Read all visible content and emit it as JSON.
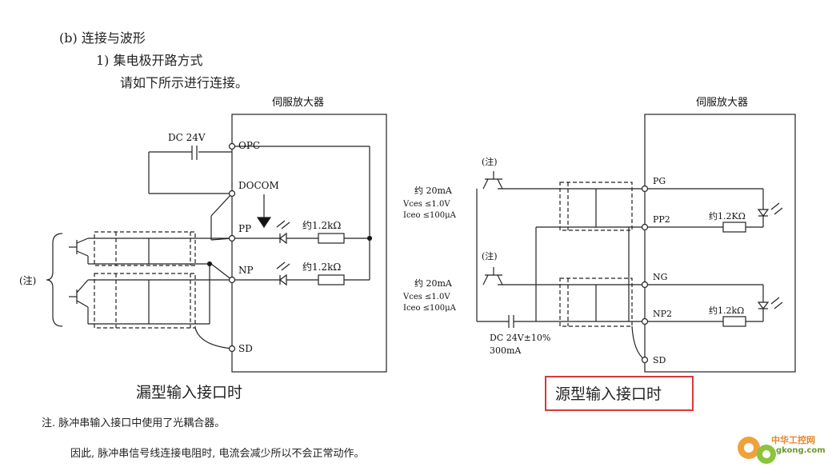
{
  "heading": {
    "section": "(b) 连接与波形",
    "subsection": "1) 集电极开路方式",
    "instruction": "请如下所示进行连接。"
  },
  "left_diagram": {
    "amp_label": "伺服放大器",
    "supply_label": "DC 24V",
    "terminals": [
      "OPC",
      "DOCOM",
      "PP",
      "NP",
      "SD"
    ],
    "resistor_labels": [
      "约1.2kΩ",
      "约1.2kΩ"
    ],
    "note_label": "(注)",
    "caption": "漏型输入接口时"
  },
  "right_diagram": {
    "amp_label": "伺服放大器",
    "note_labels": [
      "(注)",
      "(注)"
    ],
    "spec_top": [
      "约 20mA",
      "Vces ≤1.0V",
      "Iceo ≤100μA"
    ],
    "spec_bottom": [
      "约 20mA",
      "Vces ≤1.0V",
      "Iceo ≤100μA"
    ],
    "supply_label": "DC 24V±10%",
    "supply_current": "300mA",
    "terminals": [
      "PG",
      "PP2",
      "NG",
      "NP2",
      "SD"
    ],
    "resistor_labels": [
      "约1.2KΩ",
      "约1.2kΩ"
    ],
    "caption": "源型输入接口时"
  },
  "footnote": {
    "line1": "注. 脉冲串输入接口中使用了光耦合器。",
    "line2": "因此, 脉冲串信号线连接电阻时, 电流会减少所以不会正常动作。"
  },
  "watermark": {
    "brand": "中华工控网",
    "domain": "gkong.com"
  },
  "colors": {
    "highlight_box": "#d9383a",
    "line": "#222222"
  }
}
